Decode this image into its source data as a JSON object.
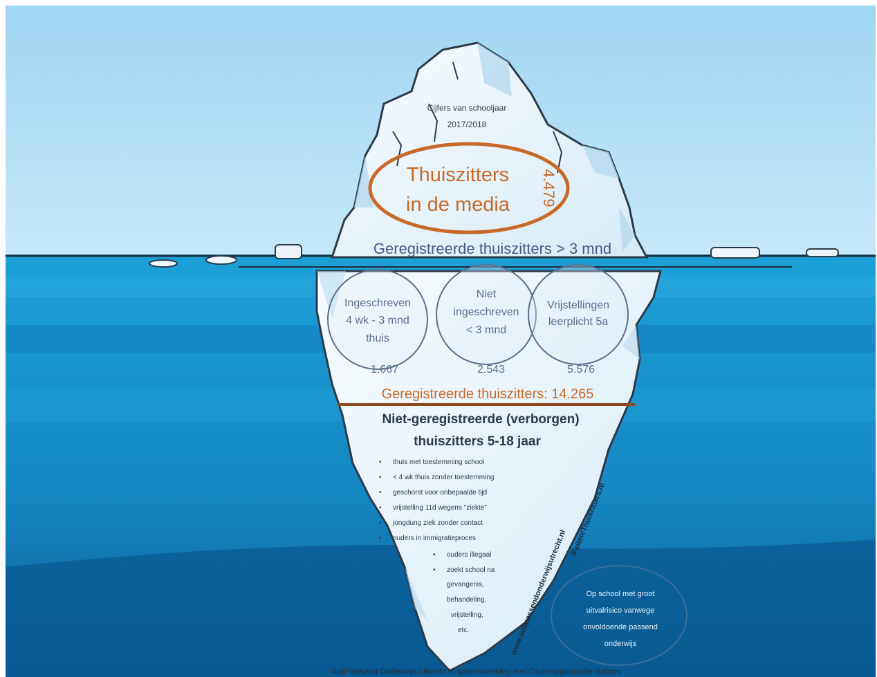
{
  "header": {
    "year_label": "Cijfers van schooljaar",
    "year_value": "2017/2018"
  },
  "media": {
    "line1": "Thuiszitters",
    "line2": "in de media",
    "count": "4.479"
  },
  "registered_long": {
    "label": "Geregistreerde thuiszitters > 3 mnd"
  },
  "circles": [
    {
      "lines": [
        "Ingeschreven",
        "4 wk - 3 mnd",
        "thuis"
      ],
      "value": "1.667"
    },
    {
      "lines": [
        "Niet",
        "ingeschreven",
        "< 3 mnd"
      ],
      "value": "2.543"
    },
    {
      "lines": [
        "Vrijstellingen",
        "leerplicht 5a"
      ],
      "value": "5.576"
    }
  ],
  "registered_total": {
    "label": "Geregistreerde thuiszitters: 14.265"
  },
  "hidden": {
    "title1": "Niet-geregistreerde (verborgen)",
    "title2": "thuiszitters 5-18 jaar",
    "bullets": [
      "thuis met toestemming school",
      "< 4 wk thuis zonder toestemming",
      "geschorst voor onbepaalde tijd",
      "vrijstelling 11d wegens \"ziekte\"",
      "jongdung ziek zonder contact",
      "ouders in immigratieproces"
    ],
    "sub_bullets": [
      "ouders illegaal",
      "zoekt school na"
    ],
    "continuation": [
      "gevangenis,",
      "behandeling,",
      "vrijstelling,",
      "etc."
    ],
    "url1": "www.autipassendonderwijsutrecht.nl",
    "url2": "/Feiten/Thuiszitters.nl"
  },
  "bubble": {
    "lines": [
      "Op school met groot",
      "uitvalrisico vanwege",
      "onvoldoende passend",
      "onderwijs"
    ]
  },
  "footer": {
    "text": "AutiPassend Onderwijs Utrecht in samenwerking met Ouderorganisatie Balans"
  },
  "colors": {
    "sky": "#a9dcf3",
    "sea_top": "#1c96d0",
    "sea_deep": "#0b5f9a",
    "ice": "#eef6fb",
    "orange": "#c8692a",
    "navy": "#2d3a4a"
  }
}
